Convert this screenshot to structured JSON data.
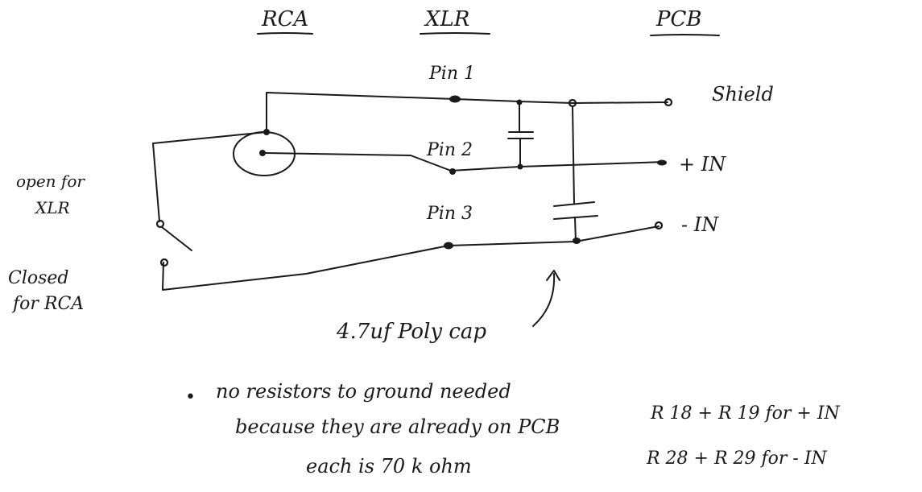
{
  "headers": {
    "rca": "RCA",
    "xlr": "XLR",
    "pcb": "PCB"
  },
  "pins": {
    "pin1": "Pin 1",
    "pin2": "Pin 2",
    "pin3": "Pin 3"
  },
  "outputs": {
    "shield": "Shield",
    "plus_in": "+ IN",
    "minus_in": "- IN"
  },
  "switch_labels": {
    "open_line1": "open for",
    "open_line2": "XLR",
    "closed_line1": "Closed",
    "closed_line2": "for RCA"
  },
  "capacitor_label": "4.7uf Poly cap",
  "notes": {
    "bullet": "•",
    "line1": "no resistors to ground needed",
    "line2": "because they are already on PCB",
    "line3": "each is 70 k ohm",
    "r_plus": "R 18 + R 19 for + IN",
    "r_minus": "R 28 + R 29 for - IN"
  }
}
